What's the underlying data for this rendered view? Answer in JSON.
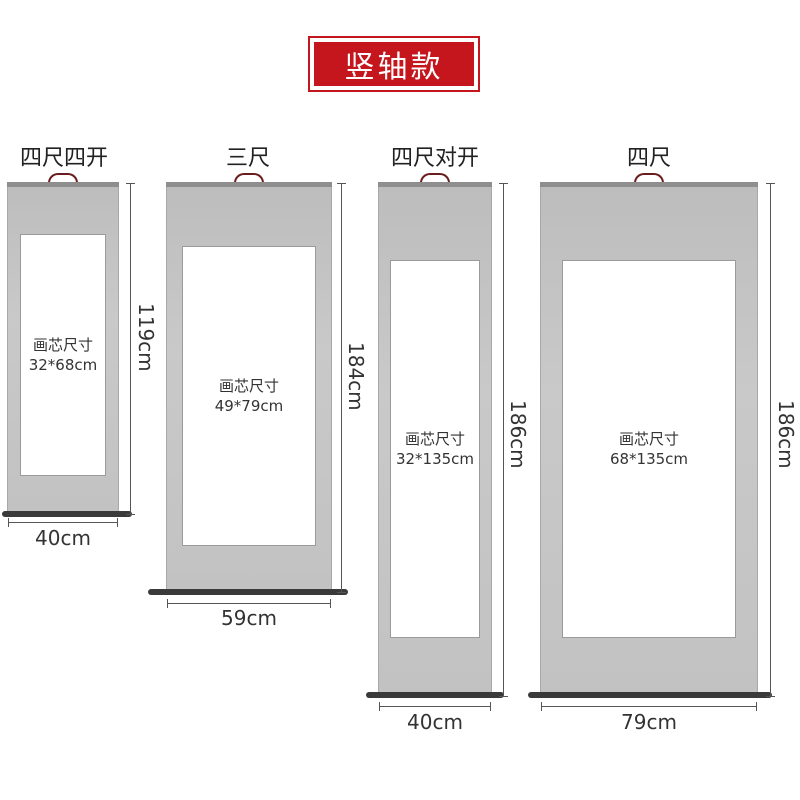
{
  "title": "竖轴款",
  "colors": {
    "accent": "#c4161c",
    "mount": "#c4c4c4",
    "rod": "#3a3a3a"
  },
  "scrolls": [
    {
      "name": "四尺四开",
      "panel_label": "画芯尺寸",
      "panel_size": "32*68cm",
      "height": "119cm",
      "width": "40cm"
    },
    {
      "name": "三尺",
      "panel_label": "画芯尺寸",
      "panel_size": "49*79cm",
      "height": "184cm",
      "width": "59cm"
    },
    {
      "name": "四尺对开",
      "panel_label": "画芯尺寸",
      "panel_size": "32*135cm",
      "height": "186cm",
      "width": "40cm"
    },
    {
      "name": "四尺",
      "panel_label": "画芯尺寸",
      "panel_size": "68*135cm",
      "height": "186cm",
      "width": "79cm"
    }
  ]
}
